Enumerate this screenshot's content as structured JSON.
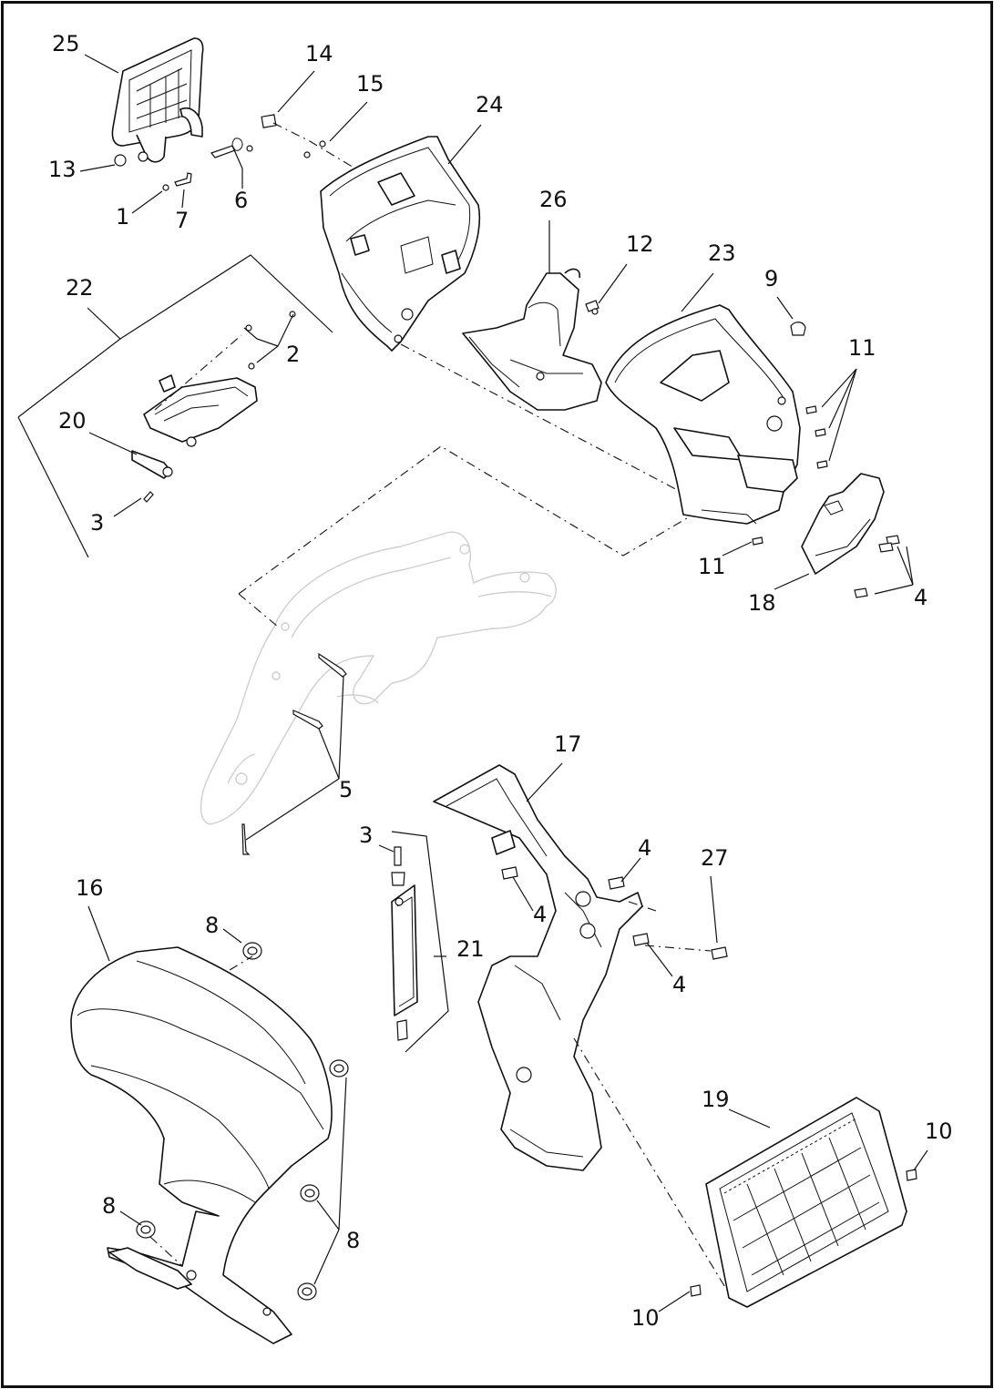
{
  "diagram": {
    "callouts": [
      "25",
      "14",
      "15",
      "24",
      "13",
      "1",
      "7",
      "6",
      "26",
      "12",
      "23",
      "9",
      "22",
      "2",
      "11",
      "20",
      "3",
      "11",
      "18",
      "4",
      "5",
      "17",
      "3",
      "4",
      "27",
      "16",
      "8",
      "4",
      "4",
      "21",
      "19",
      "10",
      "8",
      "8",
      "10"
    ]
  },
  "chart_data": {
    "type": "table",
    "values": []
  }
}
